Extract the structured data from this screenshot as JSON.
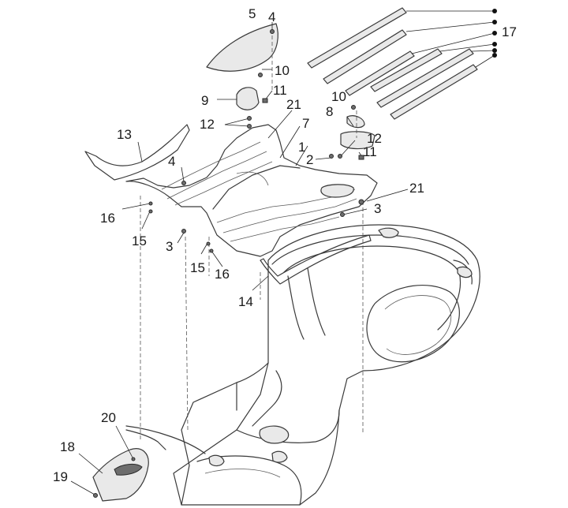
{
  "diagram": {
    "callouts": [
      {
        "id": "c1",
        "text": "1"
      },
      {
        "id": "c2",
        "text": "2"
      },
      {
        "id": "c3a",
        "text": "3"
      },
      {
        "id": "c3b",
        "text": "3"
      },
      {
        "id": "c4a",
        "text": "4"
      },
      {
        "id": "c4b",
        "text": "4"
      },
      {
        "id": "c5",
        "text": "5"
      },
      {
        "id": "c7",
        "text": "7"
      },
      {
        "id": "c8",
        "text": "8"
      },
      {
        "id": "c9",
        "text": "9"
      },
      {
        "id": "c10a",
        "text": "10"
      },
      {
        "id": "c10b",
        "text": "10"
      },
      {
        "id": "c11a",
        "text": "11"
      },
      {
        "id": "c11b",
        "text": "11"
      },
      {
        "id": "c12a",
        "text": "12"
      },
      {
        "id": "c12b",
        "text": "12"
      },
      {
        "id": "c13",
        "text": "13"
      },
      {
        "id": "c14",
        "text": "14"
      },
      {
        "id": "c15a",
        "text": "15"
      },
      {
        "id": "c15b",
        "text": "15"
      },
      {
        "id": "c16a",
        "text": "16"
      },
      {
        "id": "c16b",
        "text": "16"
      },
      {
        "id": "c17",
        "text": "17"
      },
      {
        "id": "c18",
        "text": "18"
      },
      {
        "id": "c19",
        "text": "19"
      },
      {
        "id": "c20",
        "text": "20"
      },
      {
        "id": "c21a",
        "text": "21"
      },
      {
        "id": "c21b",
        "text": "21"
      }
    ]
  }
}
